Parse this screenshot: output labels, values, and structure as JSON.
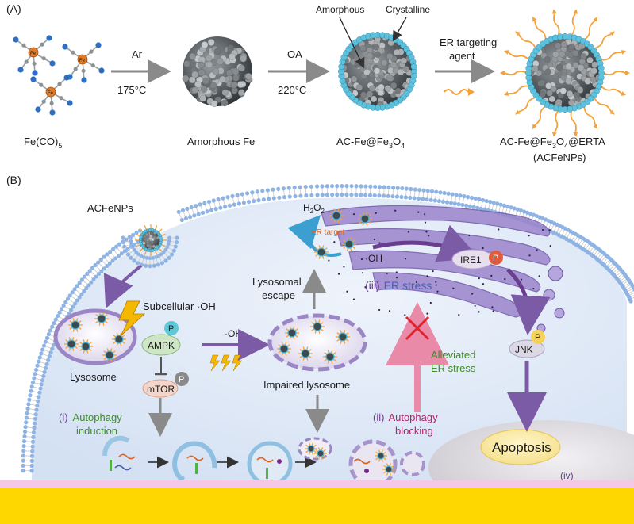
{
  "panel_a": {
    "label": "(A)",
    "precursor": {
      "name": "Fe(CO)",
      "sub": "5",
      "atom_fe": "Fe"
    },
    "step1": {
      "top": "Ar",
      "bottom": "175°C"
    },
    "amorphous": {
      "name": "Amorphous Fe"
    },
    "step2": {
      "top": "OA",
      "bottom": "220°C"
    },
    "core_shell": {
      "name_pre": "AC-Fe@Fe",
      "sub1": "3",
      "mid": "O",
      "sub2": "4",
      "amorphous_label": "Amorphous",
      "crystalline_label": "Crystalline"
    },
    "step3": {
      "line1": "ER targeting",
      "line2": "agent"
    },
    "final": {
      "name_pre": "AC-Fe@Fe",
      "sub1": "3",
      "mid": "O",
      "sub2": "4",
      "name_post": "@ERTA",
      "abbrev": "(ACFeNPs)"
    }
  },
  "panel_b": {
    "label": "(B)",
    "acfenps": "ACFeNPs",
    "subcellular_oh": "Subcellular ·OH",
    "lysosome": "Lysosome",
    "ampk": "AMPK",
    "p": "P",
    "mtor": "mTOR",
    "oh_radical": "·OH",
    "impaired_lysosome": "Impaired lysosome",
    "lysosomal_escape_1": "Lysosomal",
    "lysosomal_escape_2": "escape",
    "h2o2_pre": "H",
    "h2o2_sub1": "2",
    "h2o2_mid": "O",
    "h2o2_sub2": "2",
    "er_target": "ER target",
    "oh_er": "·OH",
    "ire1": "IRE1",
    "er_stress_num": "(iii)",
    "er_stress_text": "ER stress",
    "alleviated_1": "Alleviated",
    "alleviated_2": "ER stress",
    "jnk": "JNK",
    "autophagy_induction_num": "(i)",
    "autophagy_induction_1": "Autophagy",
    "autophagy_induction_2": "induction",
    "autophagy_blocking_num": "(ii)",
    "autophagy_blocking_1": "Autophagy",
    "autophagy_blocking_2": "blocking",
    "apoptosis": "Apoptosis",
    "iv": "(iv)"
  },
  "colors": {
    "nanoparticle_core": "#3d4a50",
    "shell": "#4fb8d6",
    "ligand": "#f3a23a",
    "cytoplasm": "#dfe9f7",
    "membrane_head": "#8fb4e3",
    "er": "#8c74c0",
    "arrow": "#7b5aa6",
    "purple_text": "#6a3d8f",
    "green_text": "#3e8a2c",
    "magenta_text": "#b0226a",
    "bolt": "#f5b800",
    "bottom_bar": "#ffd700"
  }
}
